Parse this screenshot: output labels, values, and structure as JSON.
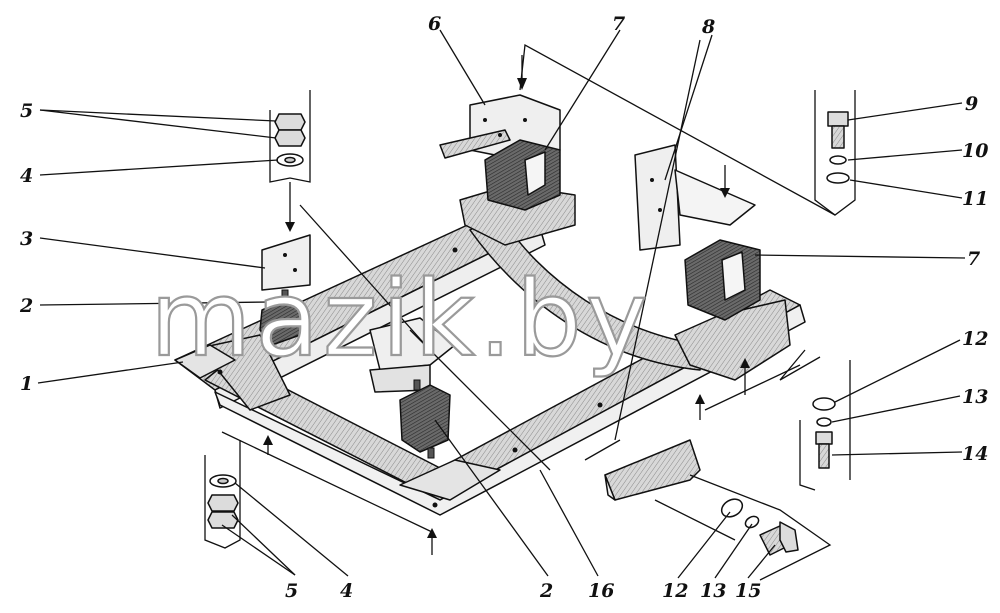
{
  "watermark": "mazik.by",
  "callouts": {
    "n1": "1",
    "n2_left": "2",
    "n2_bottom": "2",
    "n3": "3",
    "n4_top": "4",
    "n4_bottom": "4",
    "n5_top": "5",
    "n5_bottom": "5",
    "n6": "6",
    "n7_top": "7",
    "n7_right": "7",
    "n8": "8",
    "n9": "9",
    "n10": "10",
    "n11": "11",
    "n12_right": "12",
    "n12_bottom": "12",
    "n13_right": "13",
    "n13_bottom": "13",
    "n14": "14",
    "n15": "15",
    "n16": "16"
  }
}
